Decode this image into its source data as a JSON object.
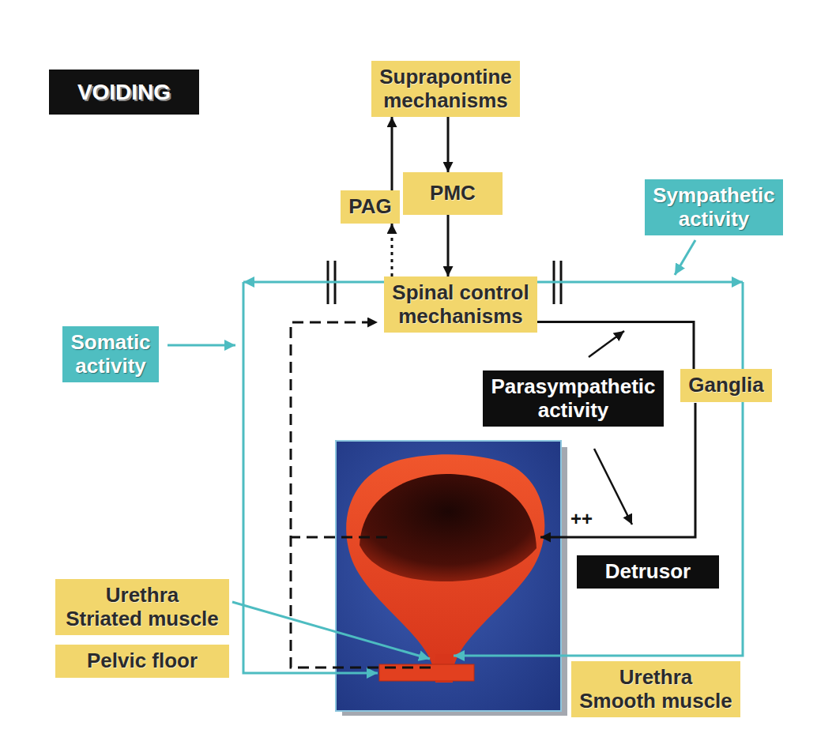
{
  "diagram": {
    "title": "VOIDING",
    "nodes": [
      {
        "text": [
          "Suprapontine mechanisms"
        ]
      },
      {
        "text": [
          "PAG"
        ]
      },
      {
        "text": [
          "PMC"
        ]
      },
      {
        "text": [
          "Sympathetic activity"
        ]
      },
      {
        "text": [
          "Spinal control mechanisms"
        ]
      },
      {
        "text": [
          "Somatic activity"
        ]
      },
      {
        "text": [
          "Parasympathetic activity"
        ]
      },
      {
        "text": [
          "Ganglia"
        ]
      },
      {
        "text": [
          "Detrusor"
        ]
      },
      {
        "text": [
          "Urethra Striated muscle"
        ]
      },
      {
        "text": [
          "Pelvic floor"
        ]
      },
      {
        "text": [
          "Urethra Smooth muscle"
        ]
      }
    ],
    "edges": [
      {
        "from": 1,
        "to": 0,
        "arrow": "to"
      },
      {
        "from": 0,
        "to": 2,
        "arrow": "to"
      },
      {
        "from": 2,
        "to": 4,
        "arrow": "to"
      },
      {
        "from": 4,
        "to": 1,
        "arrow": "to"
      },
      {
        "from": 4,
        "to": 7,
        "arrow": "none"
      }
    ],
    "labels": [
      "++"
    ]
  }
}
